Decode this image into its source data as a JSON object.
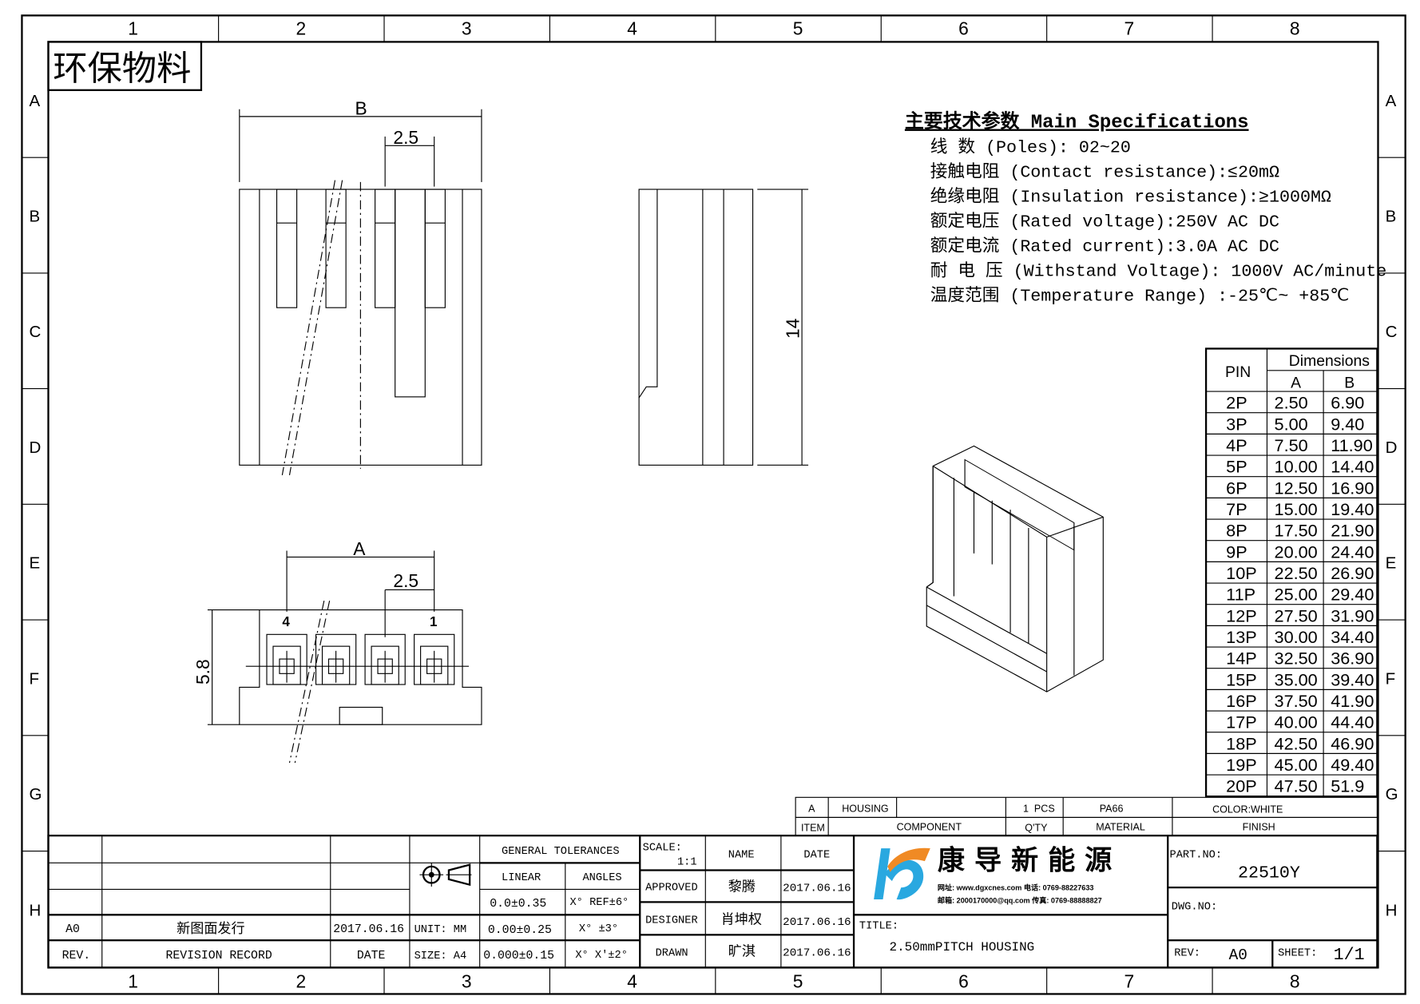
{
  "stamp": "环保物料",
  "grid": {
    "columns": [
      "1",
      "2",
      "3",
      "4",
      "5",
      "6",
      "7",
      "8"
    ],
    "rows": [
      "A",
      "B",
      "C",
      "D",
      "E",
      "F",
      "G",
      "H"
    ]
  },
  "dimensions": {
    "b": "B",
    "a": "A",
    "pitch_top": "2.5",
    "pitch_bottom": "2.5",
    "height": "14",
    "depth": "5.8",
    "pin_first": "4",
    "pin_last": "1"
  },
  "specs": {
    "title": "主要技术参数 Main Specifications",
    "lines": [
      "线    数 (Poles): 02~20",
      "接触电阻 (Contact resistance):≤20mΩ",
      "绝缘电阻 (Insulation resistance):≥1000MΩ",
      "额定电压 (Rated voltage):250V AC DC",
      "额定电流 (Rated current):3.0A AC DC",
      "耐 电 压 (Withstand Voltage): 1000V AC/minute",
      "温度范围 (Temperature Range) :-25℃~ +85℃"
    ]
  },
  "dim_table": {
    "pin_header": "PIN",
    "dims_header": "Dimensions",
    "col_a": "A",
    "col_b": "B",
    "rows": [
      [
        "2P",
        "2.50",
        "6.90"
      ],
      [
        "3P",
        "5.00",
        "9.40"
      ],
      [
        "4P",
        "7.50",
        "11.90"
      ],
      [
        "5P",
        "10.00",
        "14.40"
      ],
      [
        "6P",
        "12.50",
        "16.90"
      ],
      [
        "7P",
        "15.00",
        "19.40"
      ],
      [
        "8P",
        "17.50",
        "21.90"
      ],
      [
        "9P",
        "20.00",
        "24.40"
      ],
      [
        "10P",
        "22.50",
        "26.90"
      ],
      [
        "11P",
        "25.00",
        "29.40"
      ],
      [
        "12P",
        "27.50",
        "31.90"
      ],
      [
        "13P",
        "30.00",
        "34.40"
      ],
      [
        "14P",
        "32.50",
        "36.90"
      ],
      [
        "15P",
        "35.00",
        "39.40"
      ],
      [
        "16P",
        "37.50",
        "41.90"
      ],
      [
        "17P",
        "40.00",
        "44.40"
      ],
      [
        "18P",
        "42.50",
        "46.90"
      ],
      [
        "19P",
        "45.00",
        "49.40"
      ],
      [
        "20P",
        "47.50",
        "51.9"
      ]
    ]
  },
  "bom": {
    "item": "A",
    "component": "HOUSING",
    "qty": "1  PCS",
    "material": "PA66",
    "finish": "COLOR:WHITE",
    "h_item": "ITEM",
    "h_component": "COMPONENT",
    "h_qty": "Q'TY",
    "h_material": "MATERIAL",
    "h_finish": "FINISH"
  },
  "revision": {
    "rev": "A0",
    "record": "新图面发行",
    "date": "2017.06.16",
    "h_rev": "REV.",
    "h_record": "REVISION RECORD",
    "h_date": "DATE"
  },
  "tolerances": {
    "title": "GENERAL TOLERANCES",
    "linear": "LINEAR",
    "angles": "ANGLES",
    "l1": "0.0±0.35",
    "a1": "X° REF±6°",
    "l2": "0.00±0.25",
    "a2": "X° ±3°",
    "l3": "0.000±0.15",
    "a3": "X° X'±2°",
    "unit": "UNIT: MM",
    "size": "SIZE: A4"
  },
  "signoff": {
    "scale_label": "SCALE:",
    "scale": "1:1",
    "name": "NAME",
    "date": "DATE",
    "approved": "APPROVED",
    "approved_name": "黎腾",
    "approved_date": "2017.06.16",
    "designer": "DESIGNER",
    "designer_name": "肖坤权",
    "designer_date": "2017.06.16",
    "drawn": "DRAWN",
    "drawn_name": "旷淇",
    "drawn_date": "2017.06.16"
  },
  "company": {
    "name": "康 导 新 能 源",
    "line1": "网址: www.dgxcnes.com  电话: 0769-88227633",
    "line2": "邮箱: 2000170000@qq.com 传真: 0769-88888827",
    "logo_blue": "#29a8e0",
    "logo_orange": "#f08a24"
  },
  "title_block": {
    "title_label": "TITLE:",
    "title": "2.50mmPITCH HOUSING",
    "part_label": "PART.NO:",
    "part_no": "22510Y",
    "dwg_label": "DWG.NO:",
    "rev_label": "REV:",
    "rev": "A0",
    "sheet_label": "SHEET:",
    "sheet": "1/1"
  }
}
